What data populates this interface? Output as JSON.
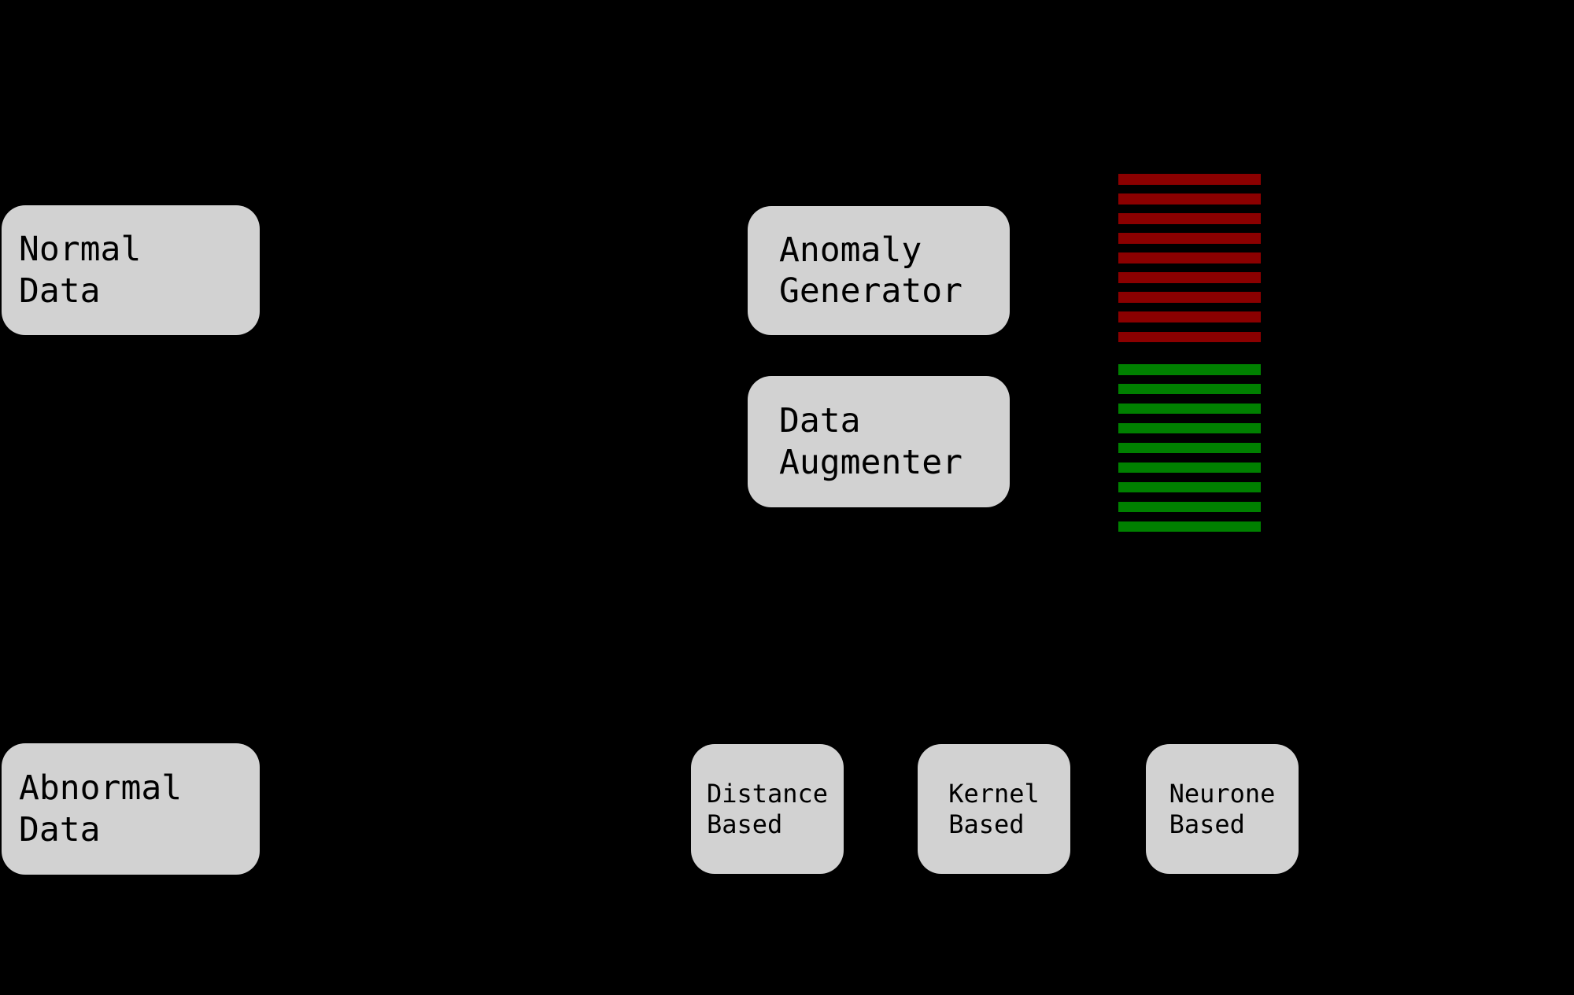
{
  "colors": {
    "background": "#000000",
    "box_fill": "#d2d2d2",
    "box_text": "#000000",
    "green": "#008000",
    "darkred": "#8b0000"
  },
  "nodes": {
    "normal_data": {
      "label": "Normal\nData"
    },
    "abnormal_data": {
      "label": "Abnormal\nData"
    },
    "anomaly_generator": {
      "label": "Anomaly\nGenerator"
    },
    "data_augmenter": {
      "label": "Data\nAugmenter"
    },
    "distance_based": {
      "label": "Distance\nBased"
    },
    "kernel_based": {
      "label": "Kernel\nBased"
    },
    "neurone_based": {
      "label": "Neurone\nBased"
    }
  },
  "stripes": {
    "abnormal_block": {
      "count": 9,
      "color": "#8b0000"
    },
    "normal_block": {
      "count": 9,
      "color": "#008000"
    }
  }
}
